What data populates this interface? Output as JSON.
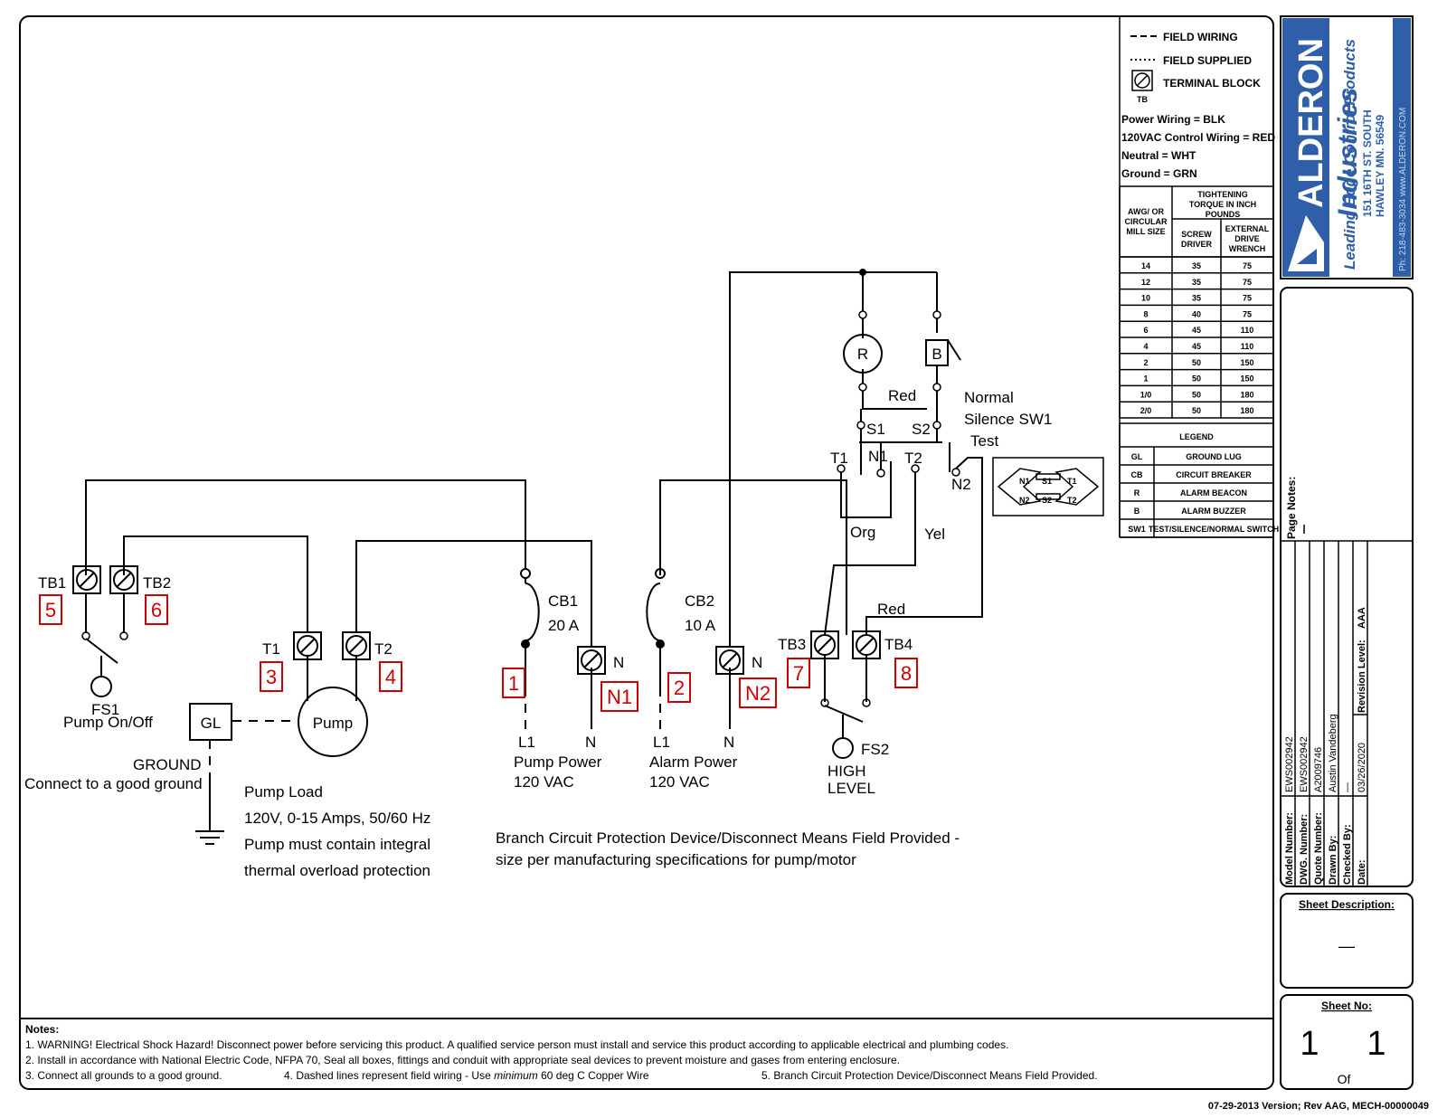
{
  "legend_top": {
    "field_wiring": "FIELD WIRING",
    "field_supplied": "FIELD SUPPLIED",
    "terminal_block": "TERMINAL BLOCK",
    "tb": "TB",
    "color_codes": [
      "Power Wiring = BLK",
      "120VAC Control Wiring = RED",
      "Neutral = WHT",
      "Ground = GRN"
    ]
  },
  "torque_table": {
    "col1": [
      "AWG/ OR",
      "CIRCULAR",
      "MILL SIZE"
    ],
    "col_group": [
      "TIGHTENING",
      "TORQUE IN INCH",
      "POUNDS"
    ],
    "col2": [
      "SCREW",
      "DRIVER"
    ],
    "col3": [
      "EXTERNAL",
      "DRIVE",
      "WRENCH"
    ],
    "rows": [
      [
        "14",
        "35",
        "75"
      ],
      [
        "12",
        "35",
        "75"
      ],
      [
        "10",
        "35",
        "75"
      ],
      [
        "8",
        "40",
        "75"
      ],
      [
        "6",
        "45",
        "110"
      ],
      [
        "4",
        "45",
        "110"
      ],
      [
        "2",
        "50",
        "150"
      ],
      [
        "1",
        "50",
        "150"
      ],
      [
        "1/0",
        "50",
        "180"
      ],
      [
        "2/0",
        "50",
        "180"
      ]
    ]
  },
  "legend_table": {
    "title": "LEGEND",
    "rows": [
      [
        "GL",
        "GROUND LUG"
      ],
      [
        "CB",
        "CIRCUIT BREAKER"
      ],
      [
        "R",
        "ALARM BEACON"
      ],
      [
        "B",
        "ALARM BUZZER"
      ],
      [
        "SW1",
        "TEST/SILENCE/NORMAL SWITCH"
      ]
    ]
  },
  "logo": {
    "brand": "ALDERON",
    "sub": "Industries",
    "tagline": "Leading Edge Control Products",
    "address1": "151 16TH ST. SOUTH",
    "address2": "HAWLEY MN. 56549",
    "contact": "Ph: 218-483-3034    www.ALDERON.COM"
  },
  "title_block": {
    "page_notes": "Page Notes:",
    "fields": [
      {
        "label": "Model Number:",
        "value": "EWS002942"
      },
      {
        "label": "DWG. Number:",
        "value": "EWS002942"
      },
      {
        "label": "Quote Number:",
        "value": "A2009746"
      },
      {
        "label": "Drawn By:",
        "value": "Austin Vandeberg"
      },
      {
        "label": "Checked By:",
        "value": "—"
      },
      {
        "label": "Date:",
        "value": "03/26/2020"
      }
    ],
    "revision_label": "Revision Level:",
    "revision_value": "AAA",
    "sheet_description_label": "Sheet Description:",
    "sheet_description_value": "—",
    "sheet_no_label": "Sheet No:",
    "sheet_no": "1",
    "sheet_total": "1",
    "of": "Of"
  },
  "diagram": {
    "tb1": "TB1",
    "tb2": "TB2",
    "tb3": "TB3",
    "tb4": "TB4",
    "t1": "T1",
    "t2": "T2",
    "n": "N",
    "n1_box": "N1",
    "n2_box": "N2",
    "num": [
      "5",
      "6",
      "3",
      "4",
      "1",
      "2",
      "7",
      "8"
    ],
    "fs1": "FS1",
    "pump_onoff": "Pump On/Off",
    "gl": "GL",
    "pump": "Pump",
    "ground": "GROUND",
    "ground_note": "Connect to a good ground",
    "pump_load": [
      "Pump Load",
      "120V, 0-15 Amps, 50/60 Hz",
      "Pump must contain integral",
      "thermal overload protection"
    ],
    "cb1": "CB1",
    "cb1_amps": "20 A",
    "cb2": "CB2",
    "cb2_amps": "10 A",
    "l1": "L1",
    "pump_power": [
      "Pump Power",
      "120 VAC"
    ],
    "alarm_power": [
      "Alarm Power",
      "120 VAC"
    ],
    "fs2": "FS2",
    "high_level": [
      "HIGH",
      "LEVEL"
    ],
    "r": "R",
    "b": "B",
    "red": "Red",
    "org": "Org",
    "yel": "Yel",
    "s1": "S1",
    "s2": "S2",
    "sw_t1": "T1",
    "sw_n1": "N1",
    "sw_t2": "T2",
    "sw_n2": "N2",
    "normal": "Normal",
    "silence_sw1": "Silence  SW1",
    "test": "Test",
    "switch_face": [
      "N1",
      "S1",
      "T1",
      "N2",
      "S2",
      "T2"
    ],
    "branch_note": [
      "Branch Circuit Protection Device/Disconnect Means Field Provided -",
      "size per manufacturing specifications for pump/motor"
    ]
  },
  "notes": {
    "title": "Notes:",
    "line1": "1. WARNING! Electrical Shock Hazard! Disconnect power before servicing this product.  A qualified service person must install and service this product according to applicable electrical and plumbing codes.",
    "line2": "2. Install in accordance with National Electric Code, NFPA 70, Seal all boxes, fittings and conduit with appropriate seal devices to prevent moisture and gases from entering enclosure.",
    "line3a": "3. Connect all grounds to a good ground.",
    "line3b_pre": "4. Dashed lines represent field wiring - Use ",
    "line3b_em": "minimum",
    "line3b_post": " 60 deg C Copper Wire",
    "line3c": "5. Branch Circuit Protection Device/Disconnect Means Field Provided."
  },
  "version": "07-29-2013 Version; Rev AAG, MECH-00000049"
}
